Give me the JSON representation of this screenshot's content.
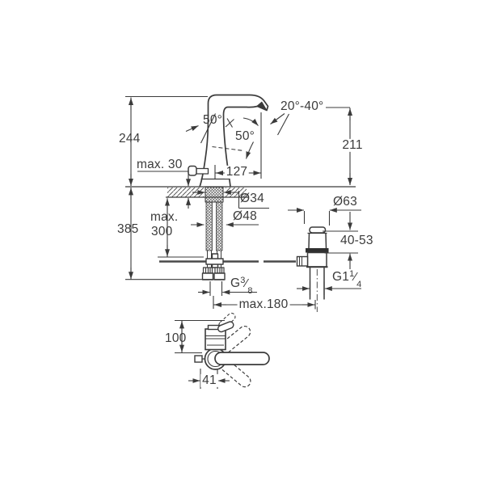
{
  "drawing": {
    "labels": {
      "height_total": "244",
      "deck_thickness_max": "max. 30",
      "below_deck_total": "385",
      "hose_length_max_line1": "max.",
      "hose_length_max_line2": "300",
      "lever_angle_upper": "50°",
      "lever_angle_lower": "50°",
      "spout_outlet_angle_range": "20°-40°",
      "spout_outlet_height": "211",
      "spout_reach": "127",
      "shank_diameter": "Ø34",
      "mounting_hole_diameter": "Ø48",
      "waste_flange_diameter": "Ø63",
      "waste_deck_thickness_range": "40-53",
      "supply_thread": {
        "prefix": "G",
        "sup": "3",
        "slash": "⁄",
        "sub": "8"
      },
      "waste_thread": {
        "prefix": "G1",
        "sup": "1",
        "slash": "⁄",
        "sub": "4"
      },
      "rod_distance_max": "max.180",
      "top_view_depth": "100",
      "top_view_offset": "41"
    }
  },
  "colors": {
    "ink": "#3b3b3b",
    "background": "#ffffff",
    "rod": "#4a4a4a",
    "seal": "#2f2f2f"
  }
}
